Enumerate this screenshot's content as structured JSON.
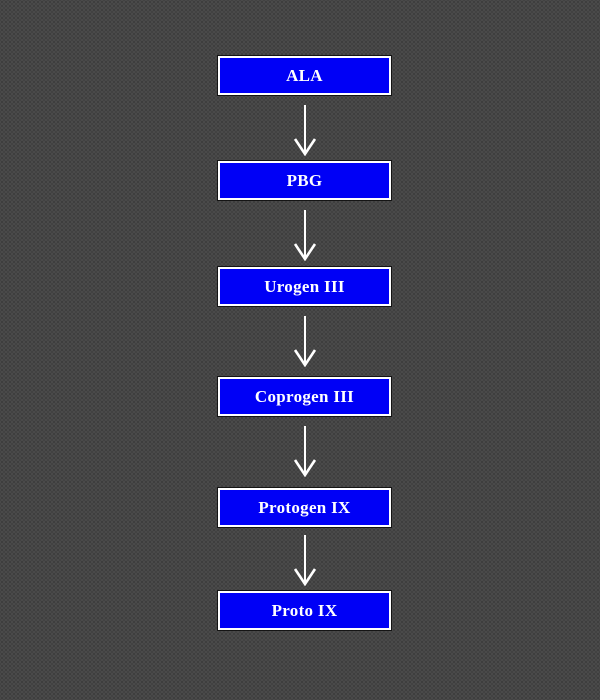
{
  "diagram": {
    "type": "flowchart",
    "direction": "top-down",
    "steps": [
      "ALA",
      "PBG",
      "Urogen III",
      "Coprogen III",
      "Protogen IX",
      "Proto IX"
    ],
    "connections": [
      {
        "from": "ALA",
        "to": "PBG"
      },
      {
        "from": "PBG",
        "to": "Urogen III"
      },
      {
        "from": "Urogen III",
        "to": "Coprogen III"
      },
      {
        "from": "Coprogen III",
        "to": "Protogen IX"
      },
      {
        "from": "Protogen IX",
        "to": "Proto IX"
      }
    ],
    "icons": {
      "connector": "down-arrow-icon"
    },
    "colors": {
      "background": "#4a4a4a",
      "node_fill": "#0000f6",
      "node_border": "#ffffff",
      "node_outline": "#141414",
      "node_text": "#ffffff",
      "arrow": "#ffffff"
    }
  }
}
